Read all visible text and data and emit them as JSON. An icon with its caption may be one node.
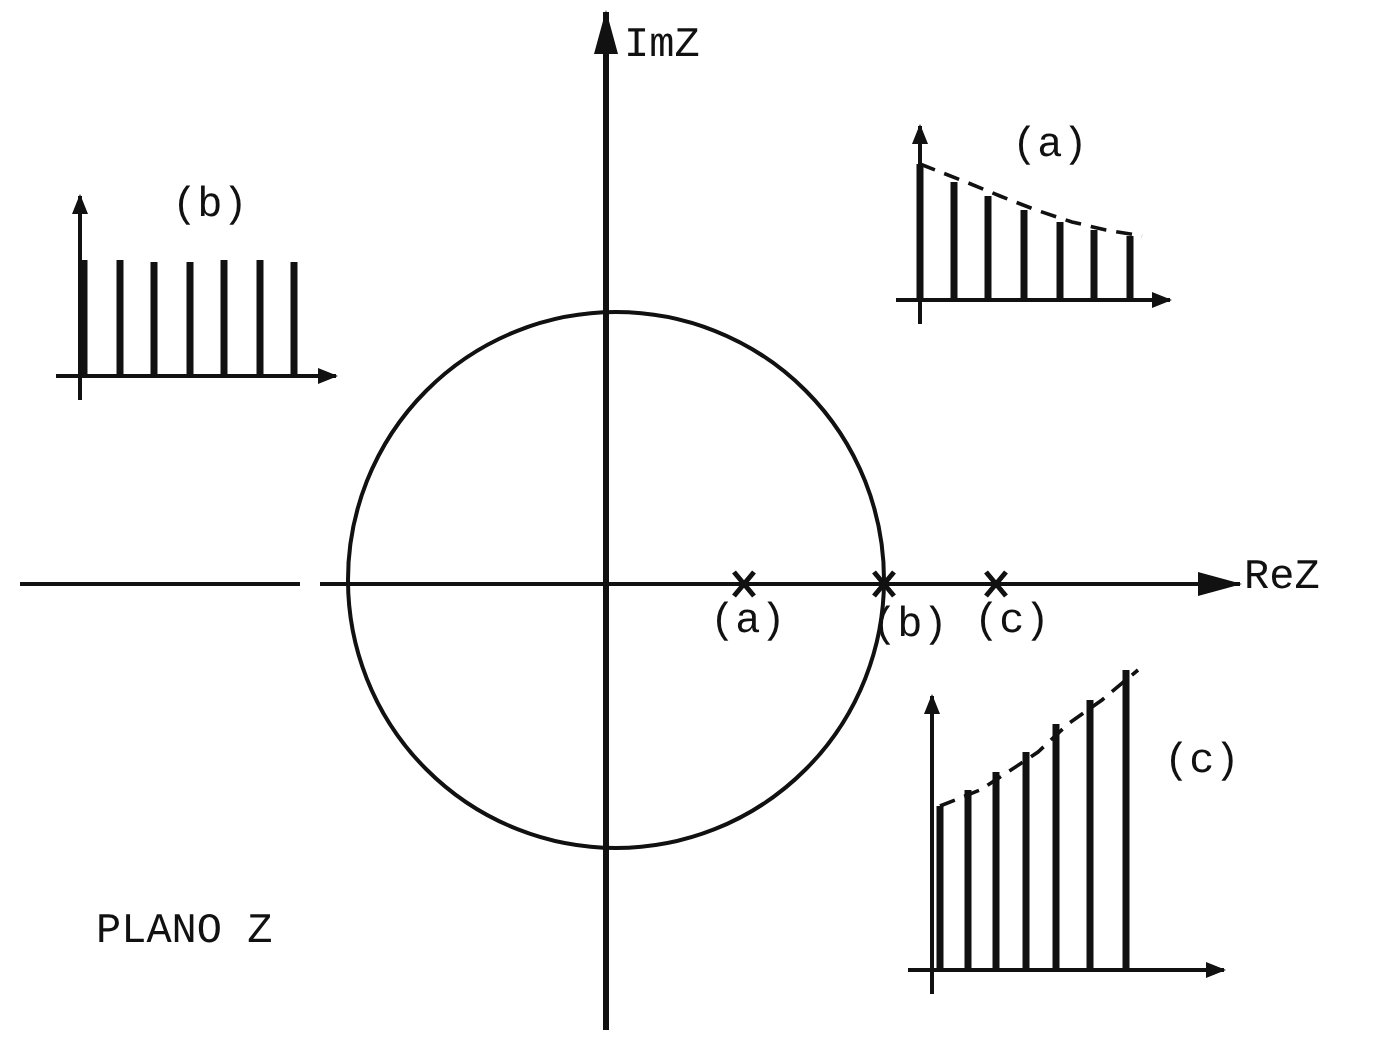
{
  "diagram": {
    "labels": [
      "ImZ",
      "(b)",
      "(a)",
      "ReZ",
      "(a)",
      "(b)",
      "(c)",
      "(c)",
      "PLANO Z"
    ]
  }
}
